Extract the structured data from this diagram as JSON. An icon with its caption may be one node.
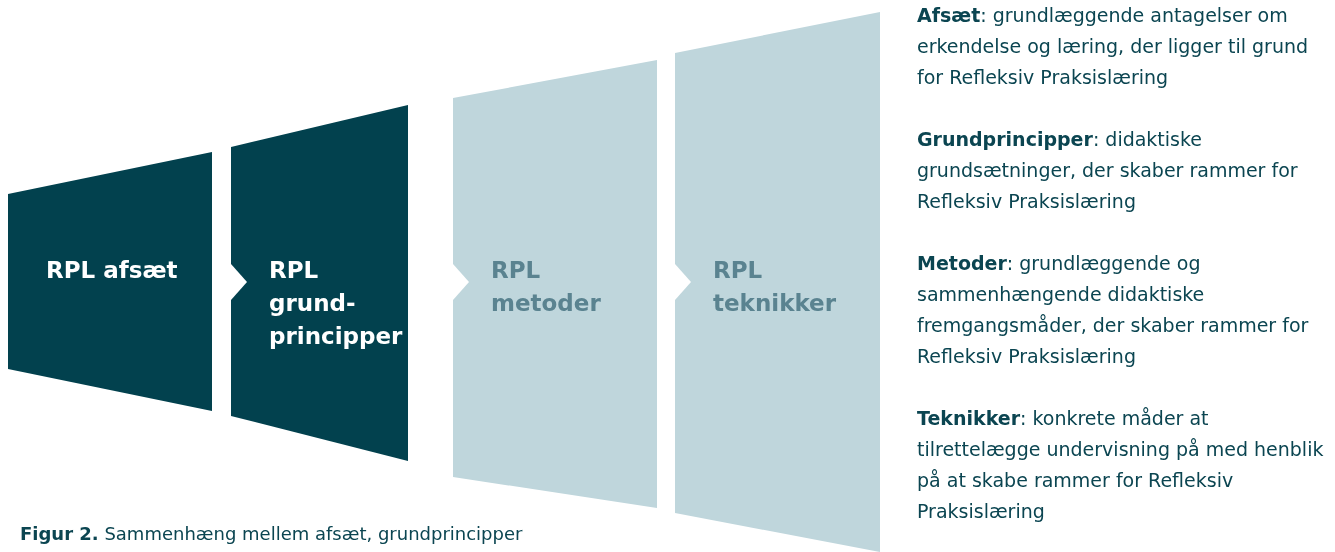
{
  "diagram": {
    "caption": "**Figur 2.** Sammenhæng mellem afsæt, grundprincipper",
    "nodes": [
      {
        "text": [
          "RPL afsæt"
        ]
      },
      {
        "text": [
          "RPL grund-principper"
        ]
      },
      {
        "text": [
          "RPL metoder"
        ]
      },
      {
        "text": [
          "RPL teknikker"
        ]
      }
    ],
    "edges": [
      {
        "from": 0,
        "to": 1,
        "arrow": "to"
      },
      {
        "from": 1,
        "to": 2,
        "arrow": "to"
      },
      {
        "from": 2,
        "to": 3,
        "arrow": "to"
      }
    ],
    "labels": [
      "**Afsæt**: grundlæggende antagelser om erkendelse og læring, der ligger til grund for Refleksiv Praksislæring",
      "**Grundprincipper**: didaktiske grundsætninger, der skaber rammer for Refleksiv Praksislæring",
      "**Metoder**: grundlæggende og sammenhængende didaktiske fremgangsmåder, der skaber rammer for Refleksiv Praksislæring",
      "**Teknikker**: konkrete måder at tilrettelægge undervisning på med henblik på at skabe rammer for Refleksiv Praksislæring"
    ]
  }
}
